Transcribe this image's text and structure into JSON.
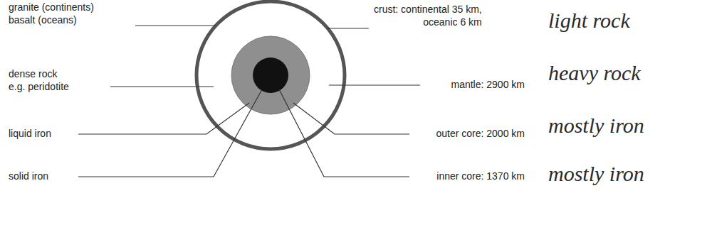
{
  "diagram": {
    "labels": [
      "granite (continents)",
      "basalt (oceans)",
      "crust: continental 35 km,",
      "oceanic 6 km",
      "light rock",
      "dense rock",
      "e.g. peridotite",
      "mantle: 2900 km",
      "heavy rock",
      "liquid iron",
      "outer core: 2000 km",
      "mostly iron",
      "solid iron",
      "inner core: 1370 km",
      "mostly iron"
    ]
  }
}
